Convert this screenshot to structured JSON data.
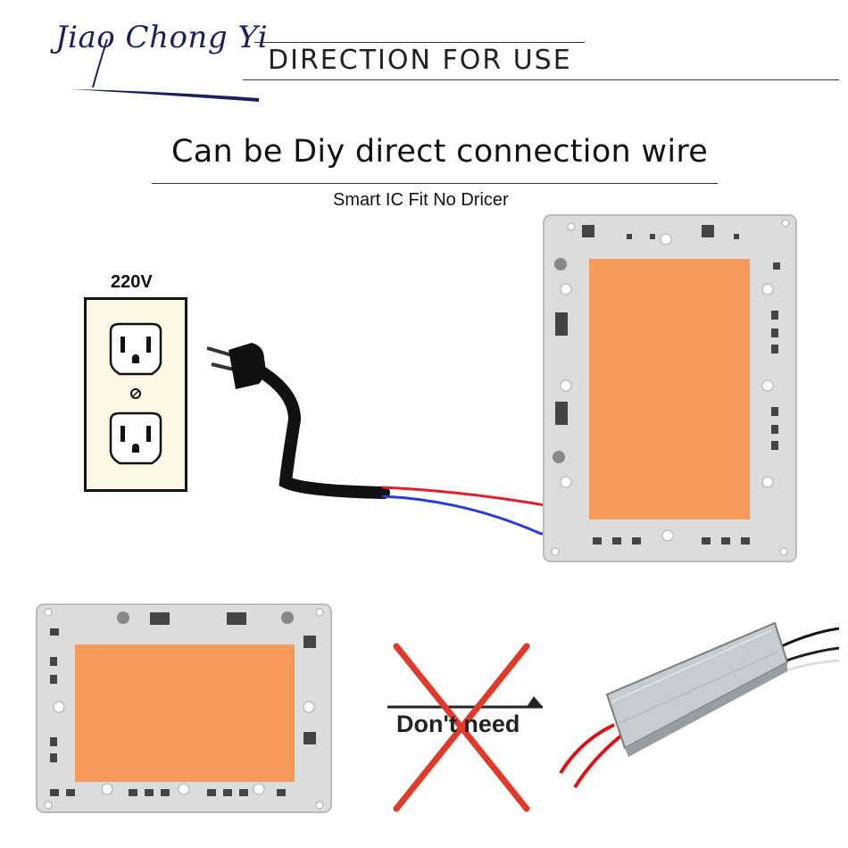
{
  "brand": {
    "name": "Jiao Chong Yi"
  },
  "header": {
    "title": "DIRECTION FOR USE"
  },
  "main": {
    "heading": "Can be Diy direct connection wire",
    "subheading": "Smart IC Fit No Dricer"
  },
  "outlet": {
    "voltage": "220V"
  },
  "no_driver": {
    "label": "Don't need"
  },
  "colors": {
    "brand_navy": "#1c1f5c",
    "led_orange": "#f59a5a",
    "board_grey": "#dcdcdc",
    "wire_red": "#e0202a",
    "wire_blue": "#2a3bd6",
    "cross_red": "#e03a2a",
    "outlet_fill": "#fbf8e6"
  },
  "icons": [
    "brand-logo",
    "power-outlet-icon",
    "power-plug-icon",
    "led-cob-chip",
    "red-cross-icon",
    "led-driver-icon"
  ]
}
